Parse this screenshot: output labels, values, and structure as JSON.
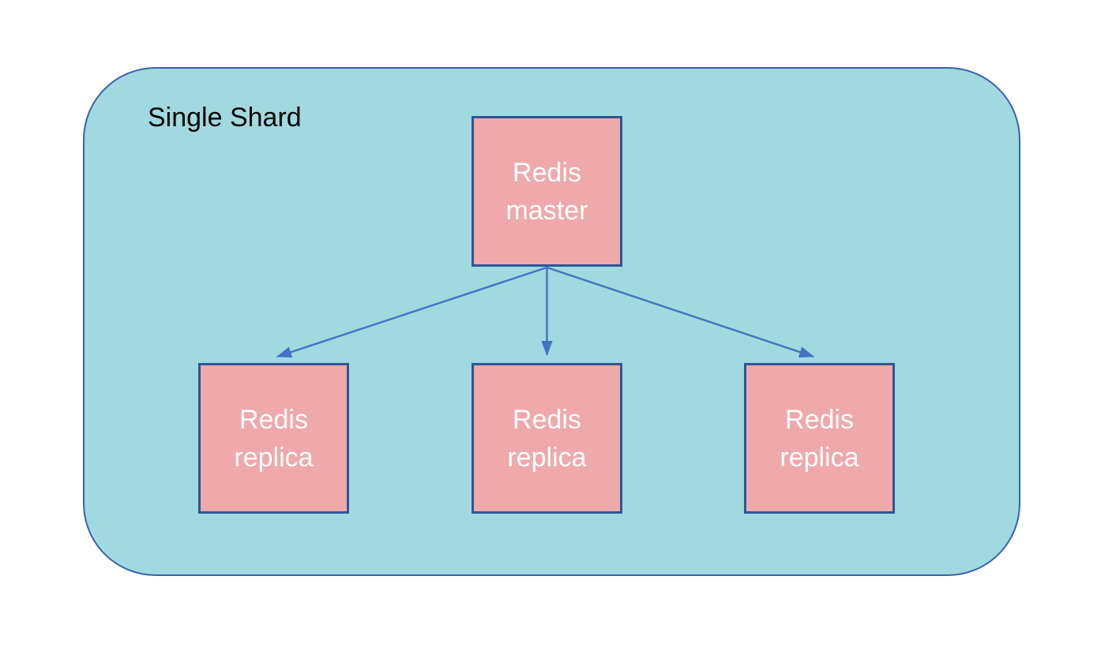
{
  "diagram": {
    "title": "Single Shard",
    "nodes": [
      {
        "id": "redis-master",
        "lines": [
          "Redis",
          "master"
        ]
      },
      {
        "id": "redis-replica-1",
        "lines": [
          "Redis",
          "replica"
        ]
      },
      {
        "id": "redis-replica-2",
        "lines": [
          "Redis",
          "replica"
        ]
      },
      {
        "id": "redis-replica-3",
        "lines": [
          "Redis",
          "replica"
        ]
      }
    ],
    "edges": [
      {
        "from": "redis-master",
        "to": "redis-replica-1"
      },
      {
        "from": "redis-master",
        "to": "redis-replica-2"
      },
      {
        "from": "redis-master",
        "to": "redis-replica-3"
      }
    ],
    "colors": {
      "shard-fill": "#A0D9DF",
      "shard-border": "#3A62AC",
      "node-fill": "#EFA9AB",
      "node-border": "#2F5597",
      "node-text": "#FFFFFF",
      "title-text": "#000000",
      "arrow": "#4472C4"
    }
  }
}
